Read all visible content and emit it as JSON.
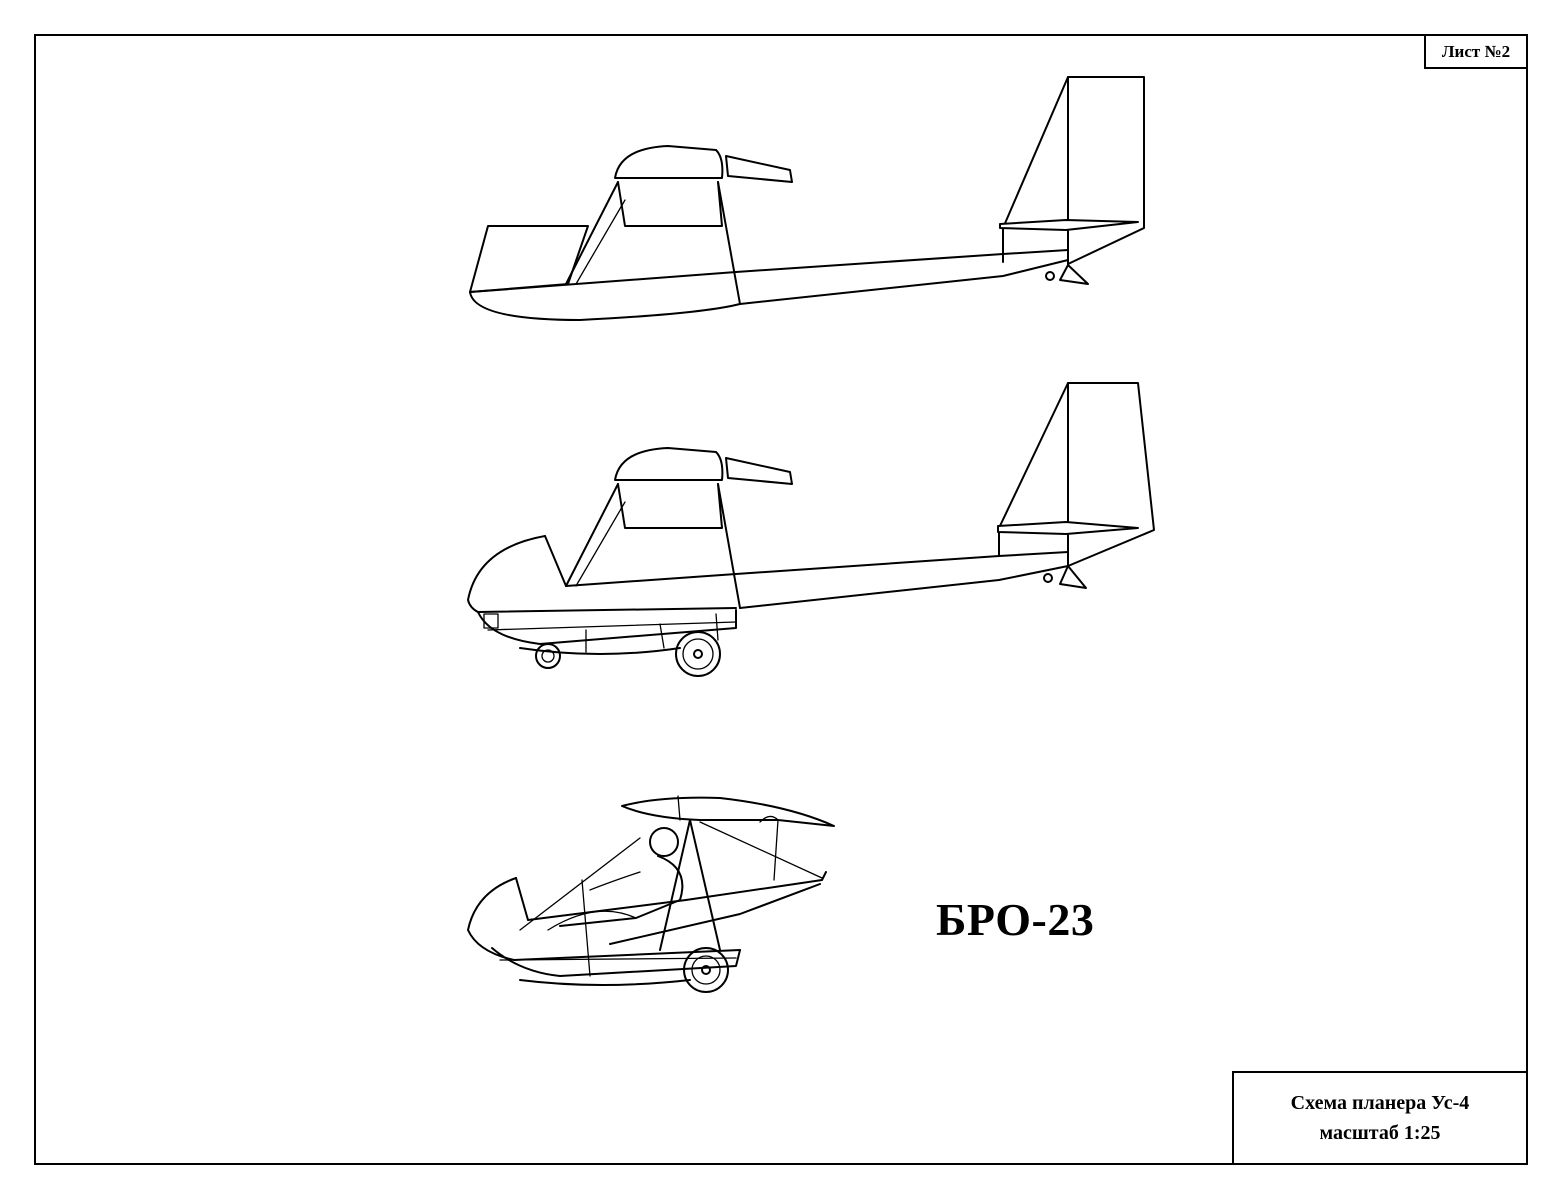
{
  "sheet": {
    "label": "Лист №2"
  },
  "title_block": {
    "line1": "Схема планера Ус-4",
    "line2": "масштаб 1:25"
  },
  "model": {
    "label": "БРО-23"
  }
}
